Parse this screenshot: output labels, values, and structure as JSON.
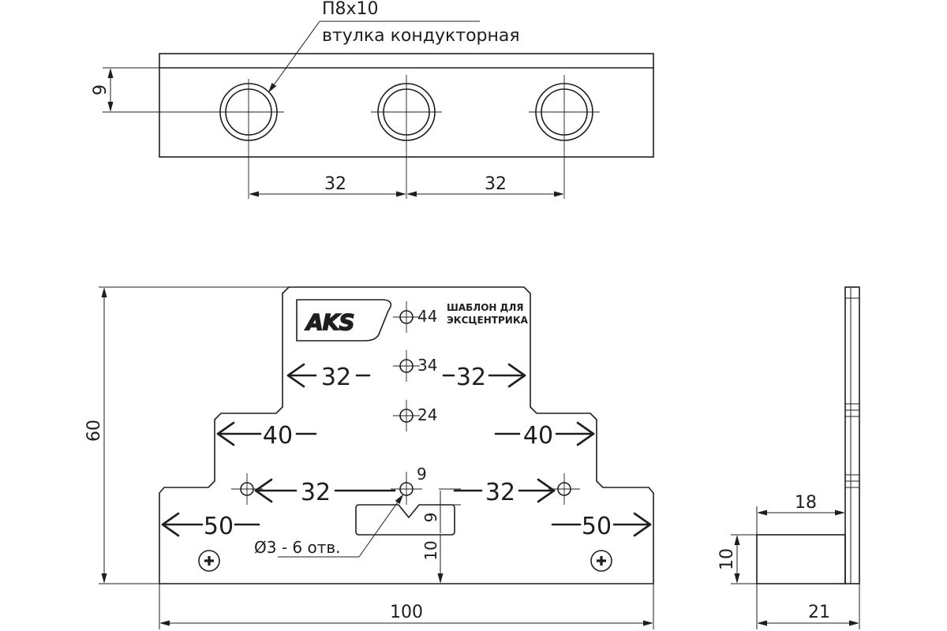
{
  "top_view": {
    "callout_line1": "П8x10",
    "callout_line2": "втулка кондукторная",
    "dim_height": "9",
    "dim_spacing_left": "32",
    "dim_spacing_right": "32"
  },
  "front_view": {
    "logo": "AKS",
    "title_line1": "ШАБЛОН ДЛЯ",
    "title_line2": "ЭКСЦЕНТРИКА",
    "hole_labels": [
      "44",
      "34",
      "24",
      "9"
    ],
    "arrow_labels": {
      "row1_left": "32",
      "row1_right": "32",
      "row2_left": "40",
      "row2_right": "40",
      "row3_left": "32",
      "row3_right": "32",
      "row4_left": "50",
      "row4_right": "50"
    },
    "slot_dim": "9",
    "bottom_dim": "10",
    "hole_note": "Ø3 - 6 отв.",
    "dim_height": "60",
    "dim_width": "100"
  },
  "side_view": {
    "dim_top": "18",
    "dim_bottom": "21",
    "dim_height": "10"
  }
}
